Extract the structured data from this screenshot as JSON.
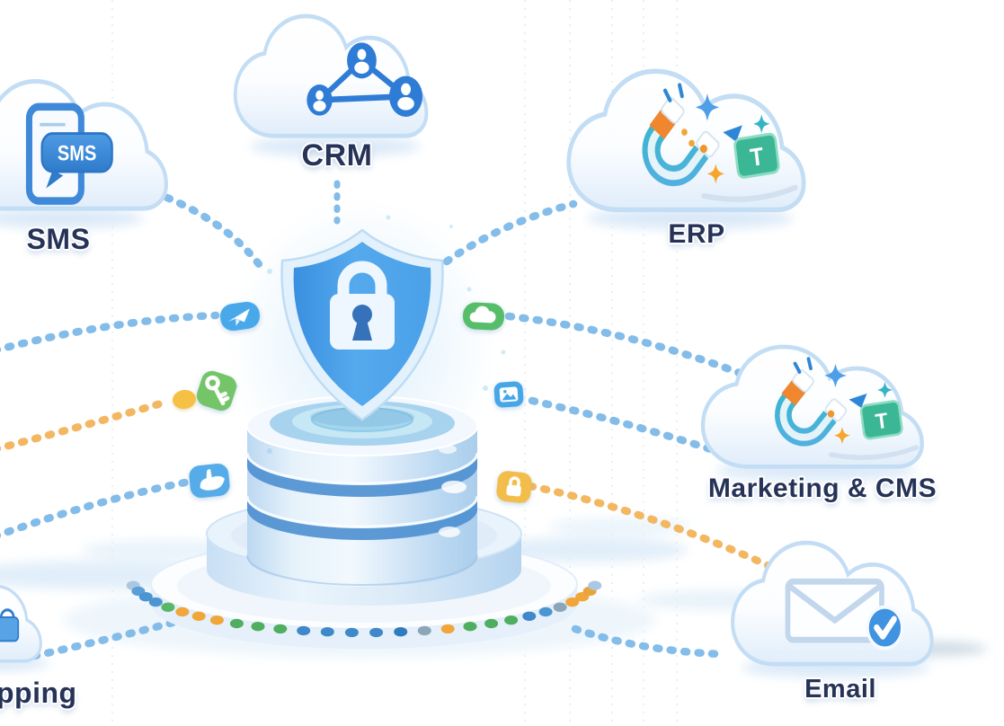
{
  "illustration": {
    "name": "secure-data-integrations-diagram",
    "nodes": [
      {
        "id": "sms",
        "label": "SMS",
        "icon": "sms-phone-icon",
        "icon_text": "SMS"
      },
      {
        "id": "crm",
        "label": "CRM",
        "icon": "network-nodes-icon"
      },
      {
        "id": "erp",
        "label": "ERP",
        "icon": "magnet-sparkles-icon",
        "icon_text": "T"
      },
      {
        "id": "marketing",
        "label": "Marketing & CMS",
        "icon": "magnet-sparkles-icon",
        "icon_text": "T"
      },
      {
        "id": "email",
        "label": "Email",
        "icon": "envelope-check-icon"
      },
      {
        "id": "shopping",
        "label": "pping",
        "icon": "shopping-bag-icon"
      }
    ],
    "center": {
      "name": "secure database pedestal",
      "icon": "shield-lock-icon"
    },
    "badges": [
      {
        "name": "paper-plane-badge",
        "color": "#49a8ea"
      },
      {
        "name": "cloud-upload-badge",
        "color": "#56bd68"
      },
      {
        "name": "key-badge",
        "color": "#74c468"
      },
      {
        "name": "image-file-badge",
        "color": "#47a6e8"
      },
      {
        "name": "hand-badge",
        "color": "#55ace8"
      },
      {
        "name": "lock-badge",
        "color": "#f2bd4a"
      }
    ],
    "accent_colors": {
      "curve_blue": "#7db9e8",
      "curve_yellow": "#f3b45a",
      "shield_blue": "#3f97e0",
      "label_navy": "#263357"
    },
    "ring_dot_colors": [
      "#aac8e2",
      "#5b9fd9",
      "#4b96d2",
      "#4b96d2",
      "#58b768",
      "#f0a63a",
      "#f0a63a",
      "#f0a63a",
      "#4fae5f",
      "#4fae5f",
      "#4fae5f",
      "#3f88c9",
      "#3f88c9",
      "#3f88c9",
      "#3f88c9",
      "#2f7bc0",
      "#8ba6b8",
      "#f0a63a",
      "#4fae5f",
      "#4fae5f",
      "#4fae5f",
      "#3f88c9",
      "#4b96d2",
      "#8ba6b8",
      "#f0a63a",
      "#f0a63a",
      "#e9a43c",
      "#aac8e2"
    ]
  }
}
